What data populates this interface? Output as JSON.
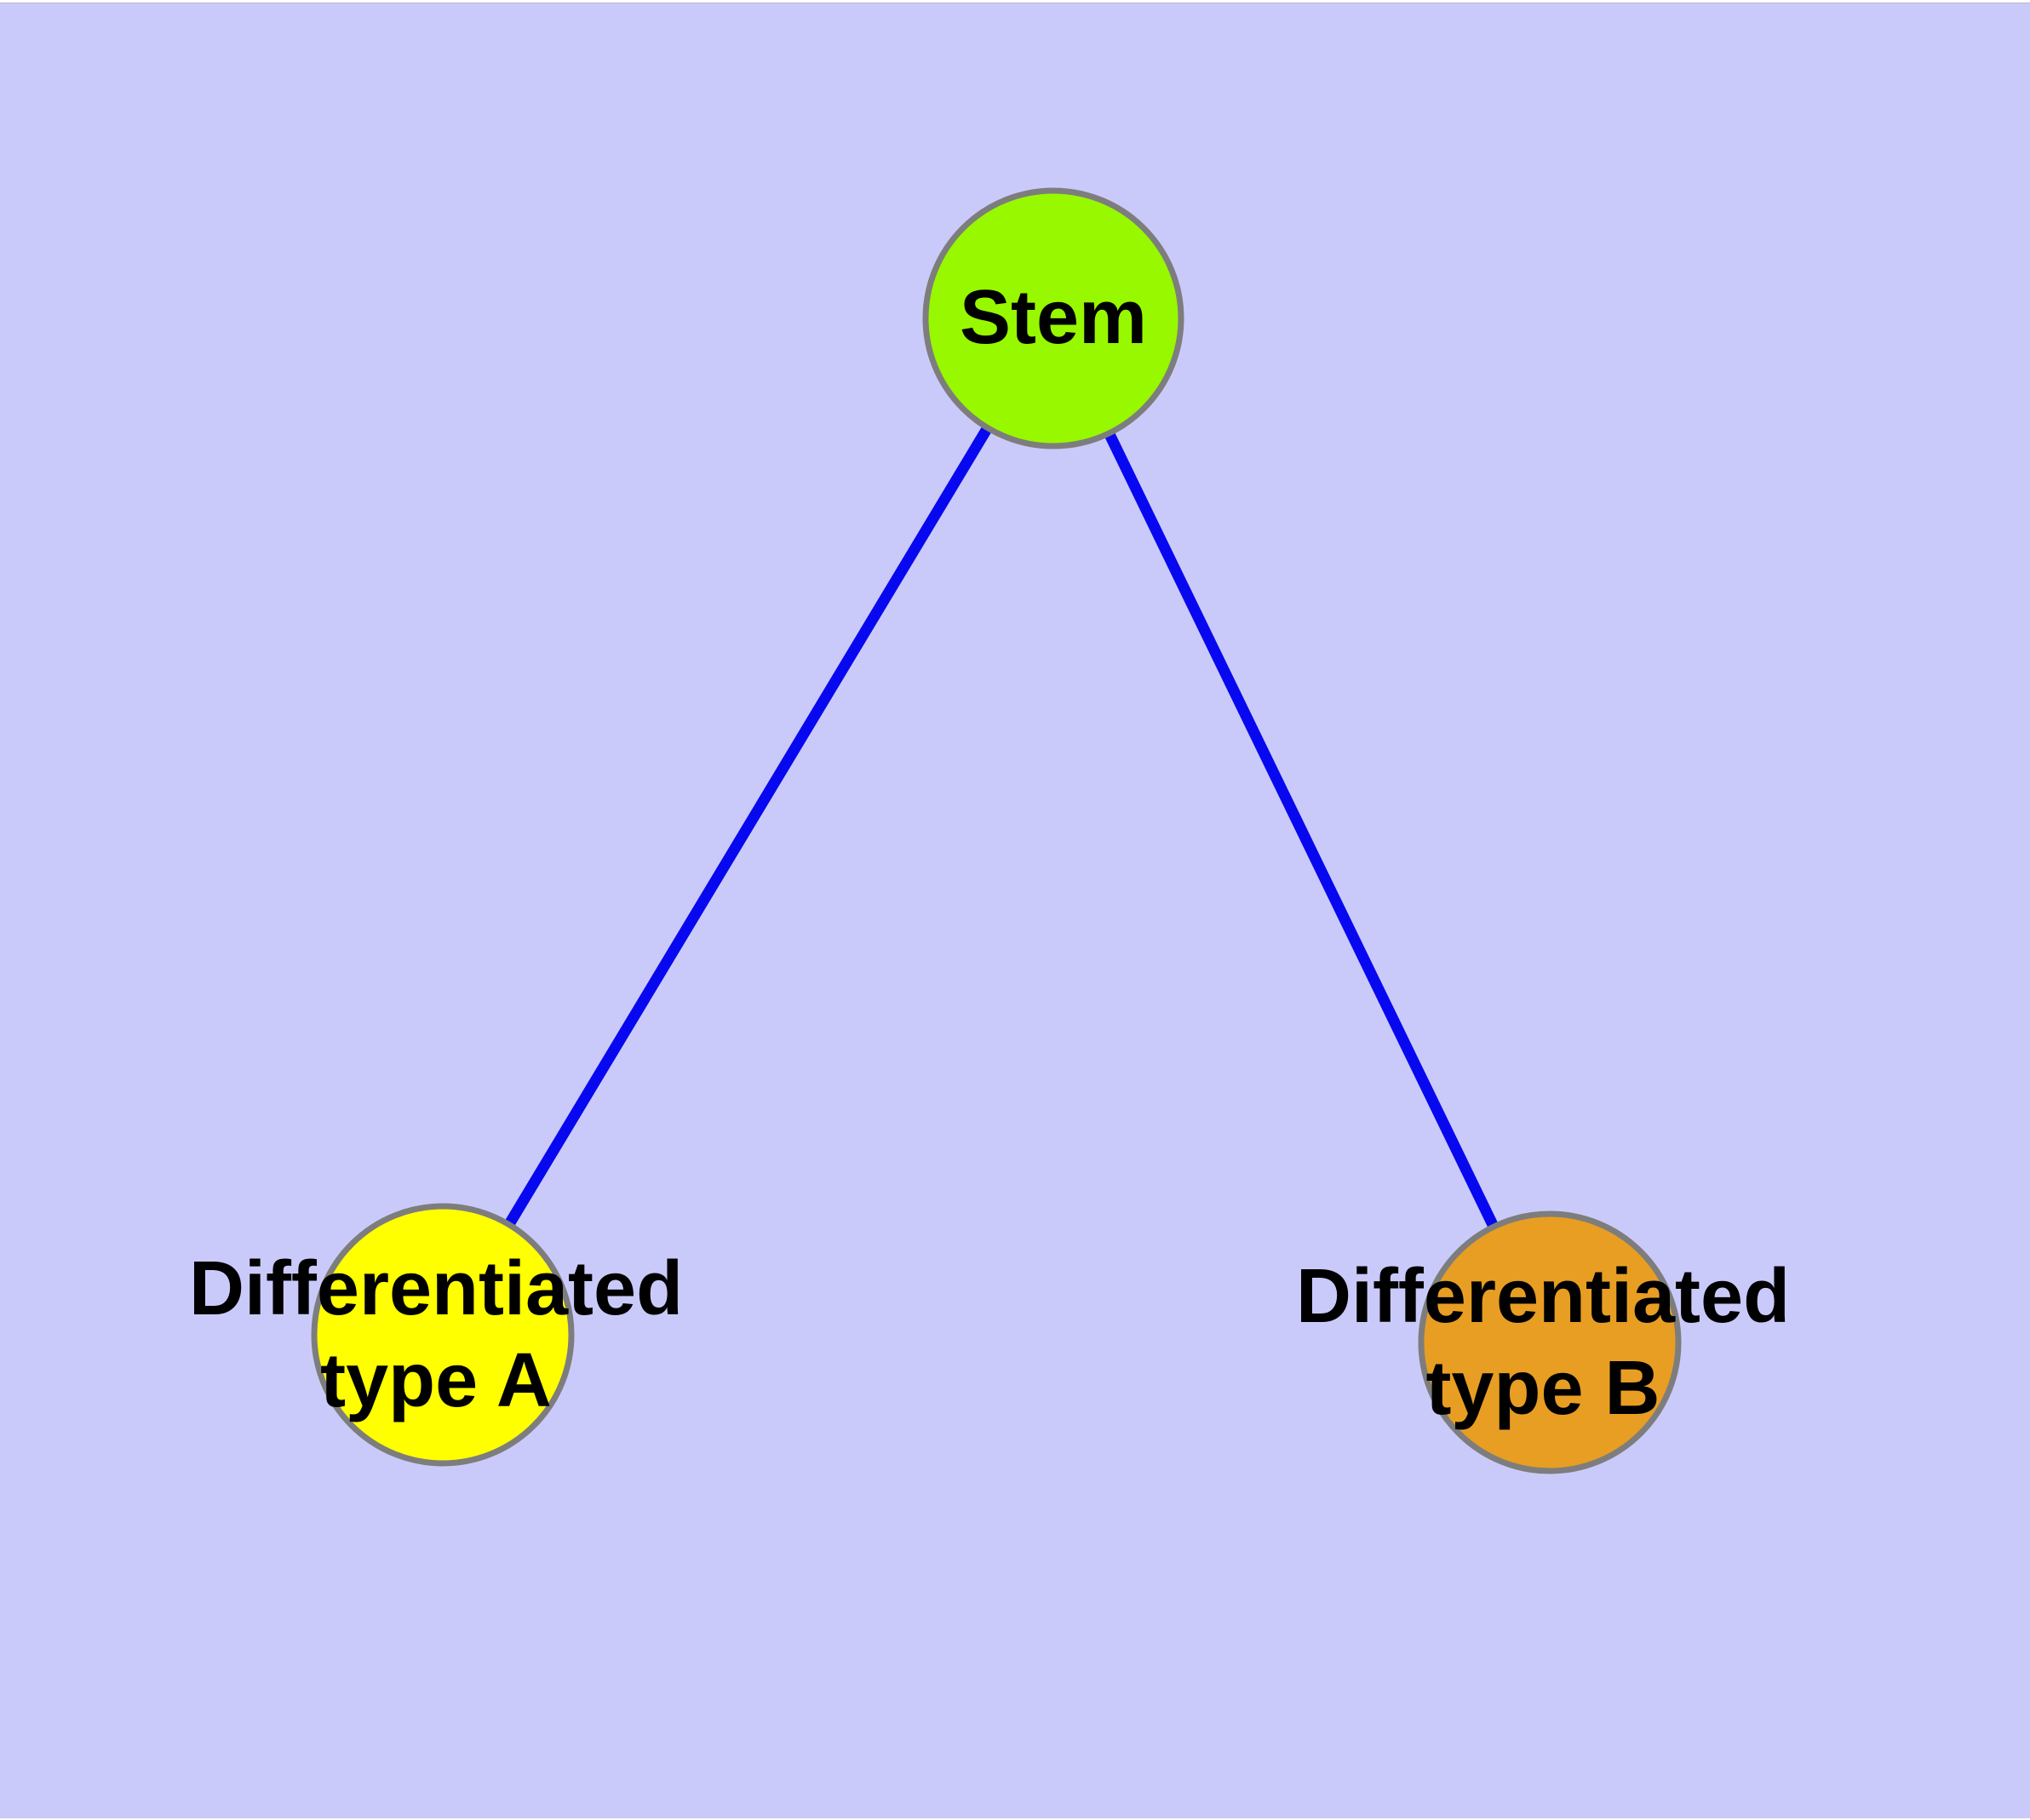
{
  "diagram": {
    "type": "node-link-graph",
    "background_color": "#cacafa",
    "edge_color": "#0808f0",
    "node_border_color": "#7d7d7d",
    "label_color": "#000000",
    "nodes": [
      {
        "id": "stem",
        "label": "Stem",
        "color": "#97f800"
      },
      {
        "id": "differentiated-type-a",
        "label": "Differentiated\ntype A",
        "color": "#ffff00"
      },
      {
        "id": "differentiated-type-b",
        "label": "Differentiated\ntype B",
        "color": "#e89e23"
      }
    ],
    "edges": [
      {
        "from": "stem",
        "to": "differentiated-type-a"
      },
      {
        "from": "stem",
        "to": "differentiated-type-b"
      }
    ]
  }
}
